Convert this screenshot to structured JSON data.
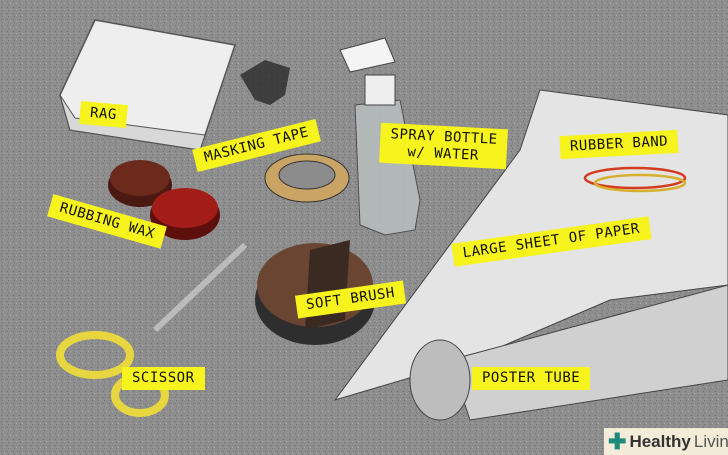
{
  "labels": {
    "rag": "RAG",
    "masking_tape": "MASKING TAPE",
    "spray_bottle_line1": "SPRAY BOTTLE",
    "spray_bottle_line2": "w/ WATER",
    "rubber_band": "RUBBER BAND",
    "rubbing_wax": "RUBBING WAX",
    "large_sheet": "LARGE SHEET OF PAPER",
    "soft_brush": "SOFT BRUSH",
    "scissor": "SCISSOR",
    "poster_tube": "POSTER TUBE"
  },
  "logo": {
    "bold": "Healthy",
    "normal": "Living"
  },
  "colors": {
    "tag": "#f7f31c",
    "ground": "#8c8c8c",
    "wax": "#8a1a16",
    "scissor": "#e8d640"
  }
}
